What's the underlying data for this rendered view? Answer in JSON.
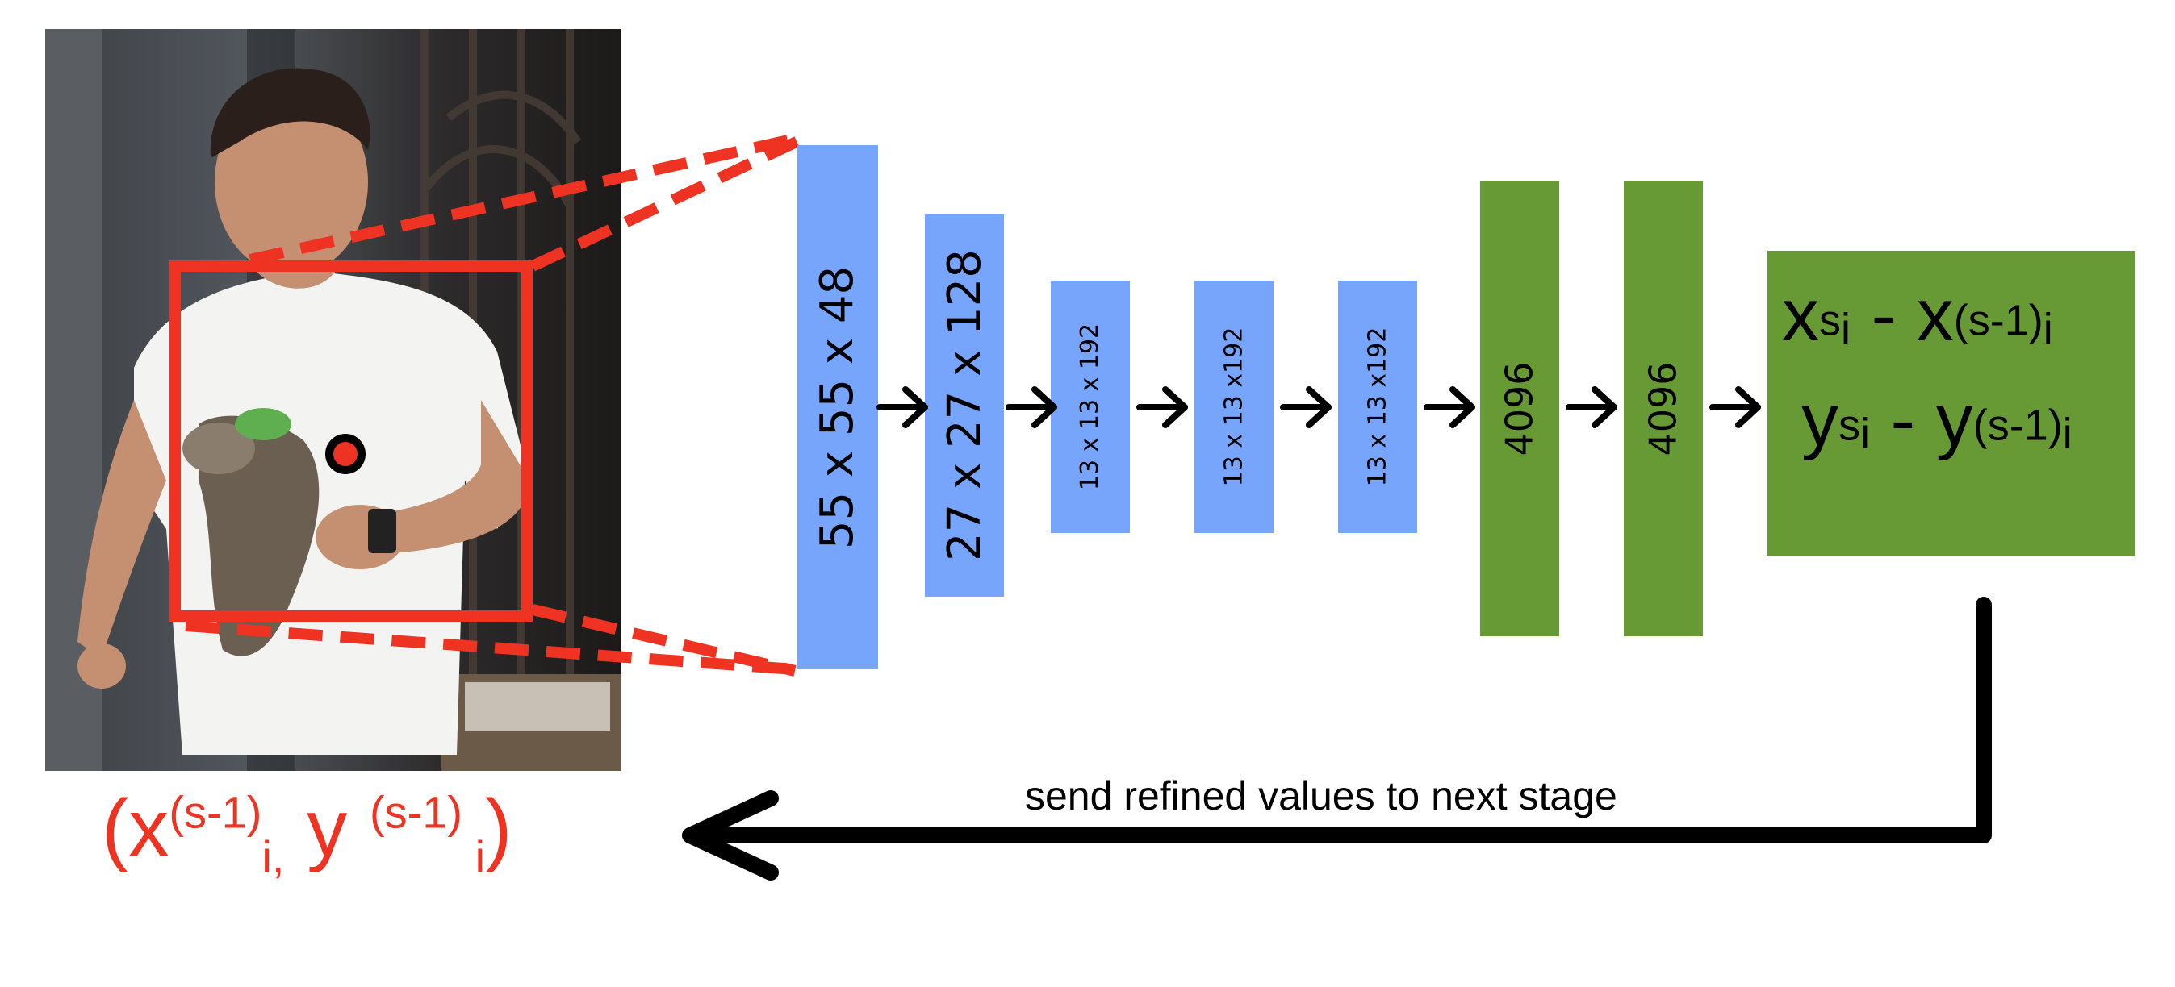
{
  "colors": {
    "conv_layer": "#76a5fb",
    "fc_layer": "#679a35",
    "highlight": "#ee3322",
    "arrow": "#000000"
  },
  "layers": [
    {
      "label": "55 x 55 x 48",
      "type": "conv"
    },
    {
      "label": "27 x 27 x 128",
      "type": "conv"
    },
    {
      "label": "13 x 13 x 192",
      "type": "conv"
    },
    {
      "label": "13 x 13 x192",
      "type": "conv"
    },
    {
      "label": "13 x 13 x192",
      "type": "conv"
    },
    {
      "label": "4096",
      "type": "fc"
    },
    {
      "label": "4096",
      "type": "fc"
    }
  ],
  "output": {
    "line1": {
      "a": "x",
      "a_sup": "s",
      "a_sub": "i",
      "op": " - ",
      "b": "x",
      "b_sup": "(s-1)",
      "b_sub": "i"
    },
    "line2": {
      "a": "y",
      "a_sup": "s",
      "a_sub": "i",
      "op": " - ",
      "b": "y",
      "b_sup": "(s-1)",
      "b_sub": "i"
    }
  },
  "input_caption": {
    "open": "(",
    "x": "x",
    "x_sup": "(s-1)",
    "x_sub": "i,",
    "y": " y ",
    "y_sup": "(s-1)",
    "y_sub": " i",
    "close": ")"
  },
  "feedback_label": "send refined values to next stage",
  "photo_description": "photo-of-man-holding-ferret"
}
